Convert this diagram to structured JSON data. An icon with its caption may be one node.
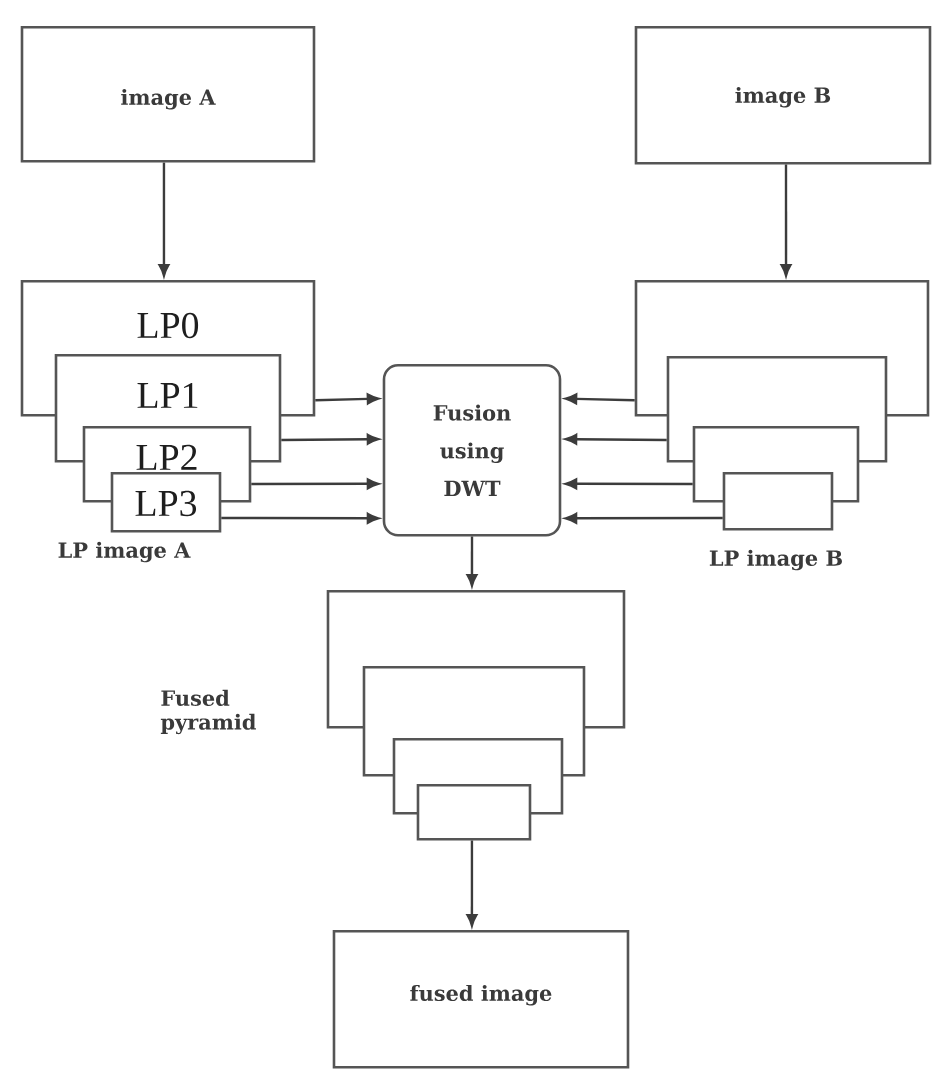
{
  "diagram": {
    "nodes": [
      {
        "text": [
          "image A"
        ]
      },
      {
        "text": [
          "image B"
        ]
      },
      {
        "text": [
          "LP0"
        ]
      },
      {
        "text": [
          "LP1"
        ]
      },
      {
        "text": [
          "LP2"
        ]
      },
      {
        "text": [
          "LP3"
        ]
      },
      {
        "text": [
          "Fusion using DWT"
        ]
      },
      {
        "text": [],
        "shape": "box"
      },
      {
        "text": [],
        "shape": "box"
      },
      {
        "text": [],
        "shape": "box"
      },
      {
        "text": [],
        "shape": "box"
      },
      {
        "text": [],
        "shape": "box"
      },
      {
        "text": [],
        "shape": "box"
      },
      {
        "text": [],
        "shape": "box"
      },
      {
        "text": [],
        "shape": "box"
      },
      {
        "text": [
          "fused image"
        ]
      }
    ],
    "edges": [
      {
        "from": 0,
        "to": 2,
        "arrow": "to"
      },
      {
        "from": 1,
        "to": 7,
        "arrow": "to"
      },
      {
        "from": 2,
        "to": 6,
        "arrow": "to"
      },
      {
        "from": 3,
        "to": 6,
        "arrow": "to"
      },
      {
        "from": 4,
        "to": 6,
        "arrow": "to"
      },
      {
        "from": 5,
        "to": 6,
        "arrow": "to"
      },
      {
        "from": 7,
        "to": 6,
        "arrow": "to"
      },
      {
        "from": 8,
        "to": 6,
        "arrow": "to"
      },
      {
        "from": 9,
        "to": 6,
        "arrow": "to"
      },
      {
        "from": 10,
        "to": 6,
        "arrow": "to"
      },
      {
        "from": 6,
        "to": 11,
        "arrow": "to"
      },
      {
        "from": 14,
        "to": 15,
        "arrow": "to"
      }
    ],
    "labels": [
      "LP image A",
      "LP image B",
      "Fused pyramid"
    ]
  }
}
